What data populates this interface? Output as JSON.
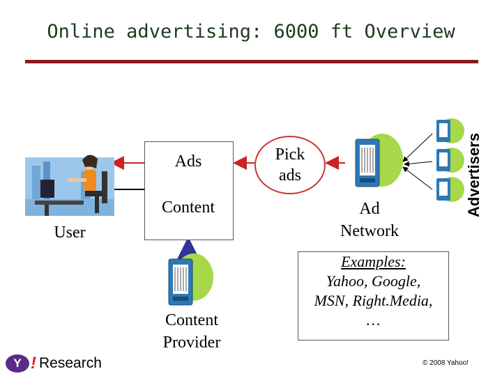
{
  "title": "Online advertising: 6000 ft Overview",
  "user_label": "User",
  "box": {
    "ads_label": "Ads",
    "content_label": "Content"
  },
  "pick_ads": {
    "line1": "Pick",
    "line2": "ads"
  },
  "ad_network": {
    "line1": "Ad",
    "line2": "Network"
  },
  "content_provider": {
    "line1": "Content",
    "line2": "Provider"
  },
  "examples": {
    "heading": "Examples:",
    "line1": "Yahoo, Google,",
    "line2": "MSN, Right.Media,",
    "line3": "…"
  },
  "advertisers_label": "Advertisers",
  "logo": {
    "y": "Y",
    "bang": "!",
    "text": "Research"
  },
  "copyright": "© 2008 Yahoo!",
  "colors": {
    "title_rule": "#8b1a1a",
    "arrow_red": "#cc2222",
    "arrow_blue": "#333399",
    "server_green": "#a6d84a",
    "server_body": "#2e78b5",
    "logo_purple": "#5b2b8a"
  }
}
